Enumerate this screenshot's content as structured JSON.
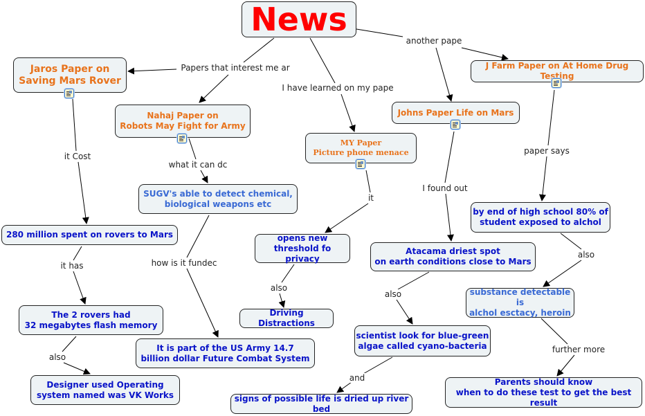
{
  "root": {
    "label": "News",
    "color": "#ff0000"
  },
  "nodes": {
    "jaros": "Jaros Paper on\nSaving Mars Rover",
    "nahaj": "Nahaj Paper on\nRobots May Fight for Army",
    "my_paper": "MY Paper\nPicture phone menace",
    "johns": "Johns Paper Life on Mars",
    "jfarm": "J Farm Paper on At Home Drug Testing",
    "sugv": "SUGV's able to detect chemical,\nbiological weapons etc",
    "million": "280 million spent on rovers to Mars",
    "opens": "opens new\nthreshold fo  privacy",
    "by_end": "by end of high school 80% of\nstudent exposed to alchol",
    "atacama": "Atacama driest spot\non earth conditions close to Mars",
    "rovers": "The 2 rovers had\n32 megabytes flash memory",
    "driving": "Driving Distractions",
    "substance": "substance detectable is\nalchol esctacy, heroin",
    "army": "It is part of the US Army 14.7\nbillion dollar Future Combat System",
    "scientist": "scientist look for blue-green\nalgae called cyano-bacteria",
    "designer": "Designer used Operating\nsystem named was VK Works",
    "signs": "signs of possible life is dried up river bed",
    "parents": "Parents should know\nwhen to do these test to get the best result"
  },
  "links": {
    "papers_interest": "Papers that interest me ar",
    "learned": "I have learned on my pape",
    "another": "another pape",
    "it_cost": "it Cost",
    "what_can": "what it can dc",
    "how_funded": "how is it fundec",
    "it": "it",
    "also_driving": "also",
    "found_out": "I found out",
    "paper_says": "paper says",
    "also_substance": "also",
    "further": "further more",
    "also_scientist": "also",
    "and": "and",
    "it_has": "it has",
    "also_designer": "also"
  },
  "colors": {
    "concept_orange": "#e8731c",
    "concept_dark_blue": "#0a14c8",
    "concept_light_blue": "#3a6ad4",
    "node_bg": "#eef3f5"
  }
}
